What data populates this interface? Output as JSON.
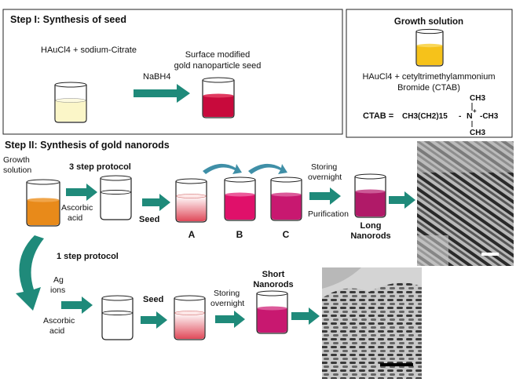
{
  "step1": {
    "title": "Step I: Synthesis of seed",
    "reactants": "HAuCl4 + sodium-Citrate",
    "reductant": "NaBH4",
    "product_line1": "Surface modified",
    "product_line2": "gold nanoparticle seed"
  },
  "growth_box": {
    "title": "Growth solution",
    "line1": "HAuCl4 + cetyltrimethylammonium",
    "line2": "Bromide (CTAB)",
    "ctab_label": "CTAB =",
    "ctab_chain": "CH3(CH2)15",
    "ctab_n": "N",
    "ctab_methyl": "-CH3",
    "ctab_top": "CH3",
    "ctab_bottom": "CH3"
  },
  "step2": {
    "title": "Step II: Synthesis of gold nanorods",
    "growth_label_1": "Growth",
    "growth_label_2": "solution",
    "protocol3": "3 step protocol",
    "ascorbic_1": "Ascorbic",
    "ascorbic_2": "acid",
    "seed": "Seed",
    "beaker_a": "A",
    "beaker_b": "B",
    "beaker_c": "C",
    "storing_1": "Storing",
    "storing_2": "overnight",
    "purification": "Purification",
    "long_1": "Long",
    "long_2": "Nanorods",
    "protocol1": "1 step protocol",
    "ag_1": "Ag",
    "ag_2": "ions",
    "ascorbic_b1": "Ascorbic",
    "ascorbic_b2": "acid",
    "seed_b": "Seed",
    "storing_b1": "Storing",
    "storing_b2": "overnight",
    "short_1": "Short",
    "short_2": "Nanorods"
  },
  "colors": {
    "arrow": "#1f8a7a",
    "seed_yellow": "#fbf6c8",
    "seed_red": "#c80a3c",
    "growth_orange": "#e88a1a",
    "growth_yellow": "#f6c21a",
    "pink": "#e0106a",
    "magenta": "#c81870",
    "dark_magenta": "#b01a68"
  }
}
